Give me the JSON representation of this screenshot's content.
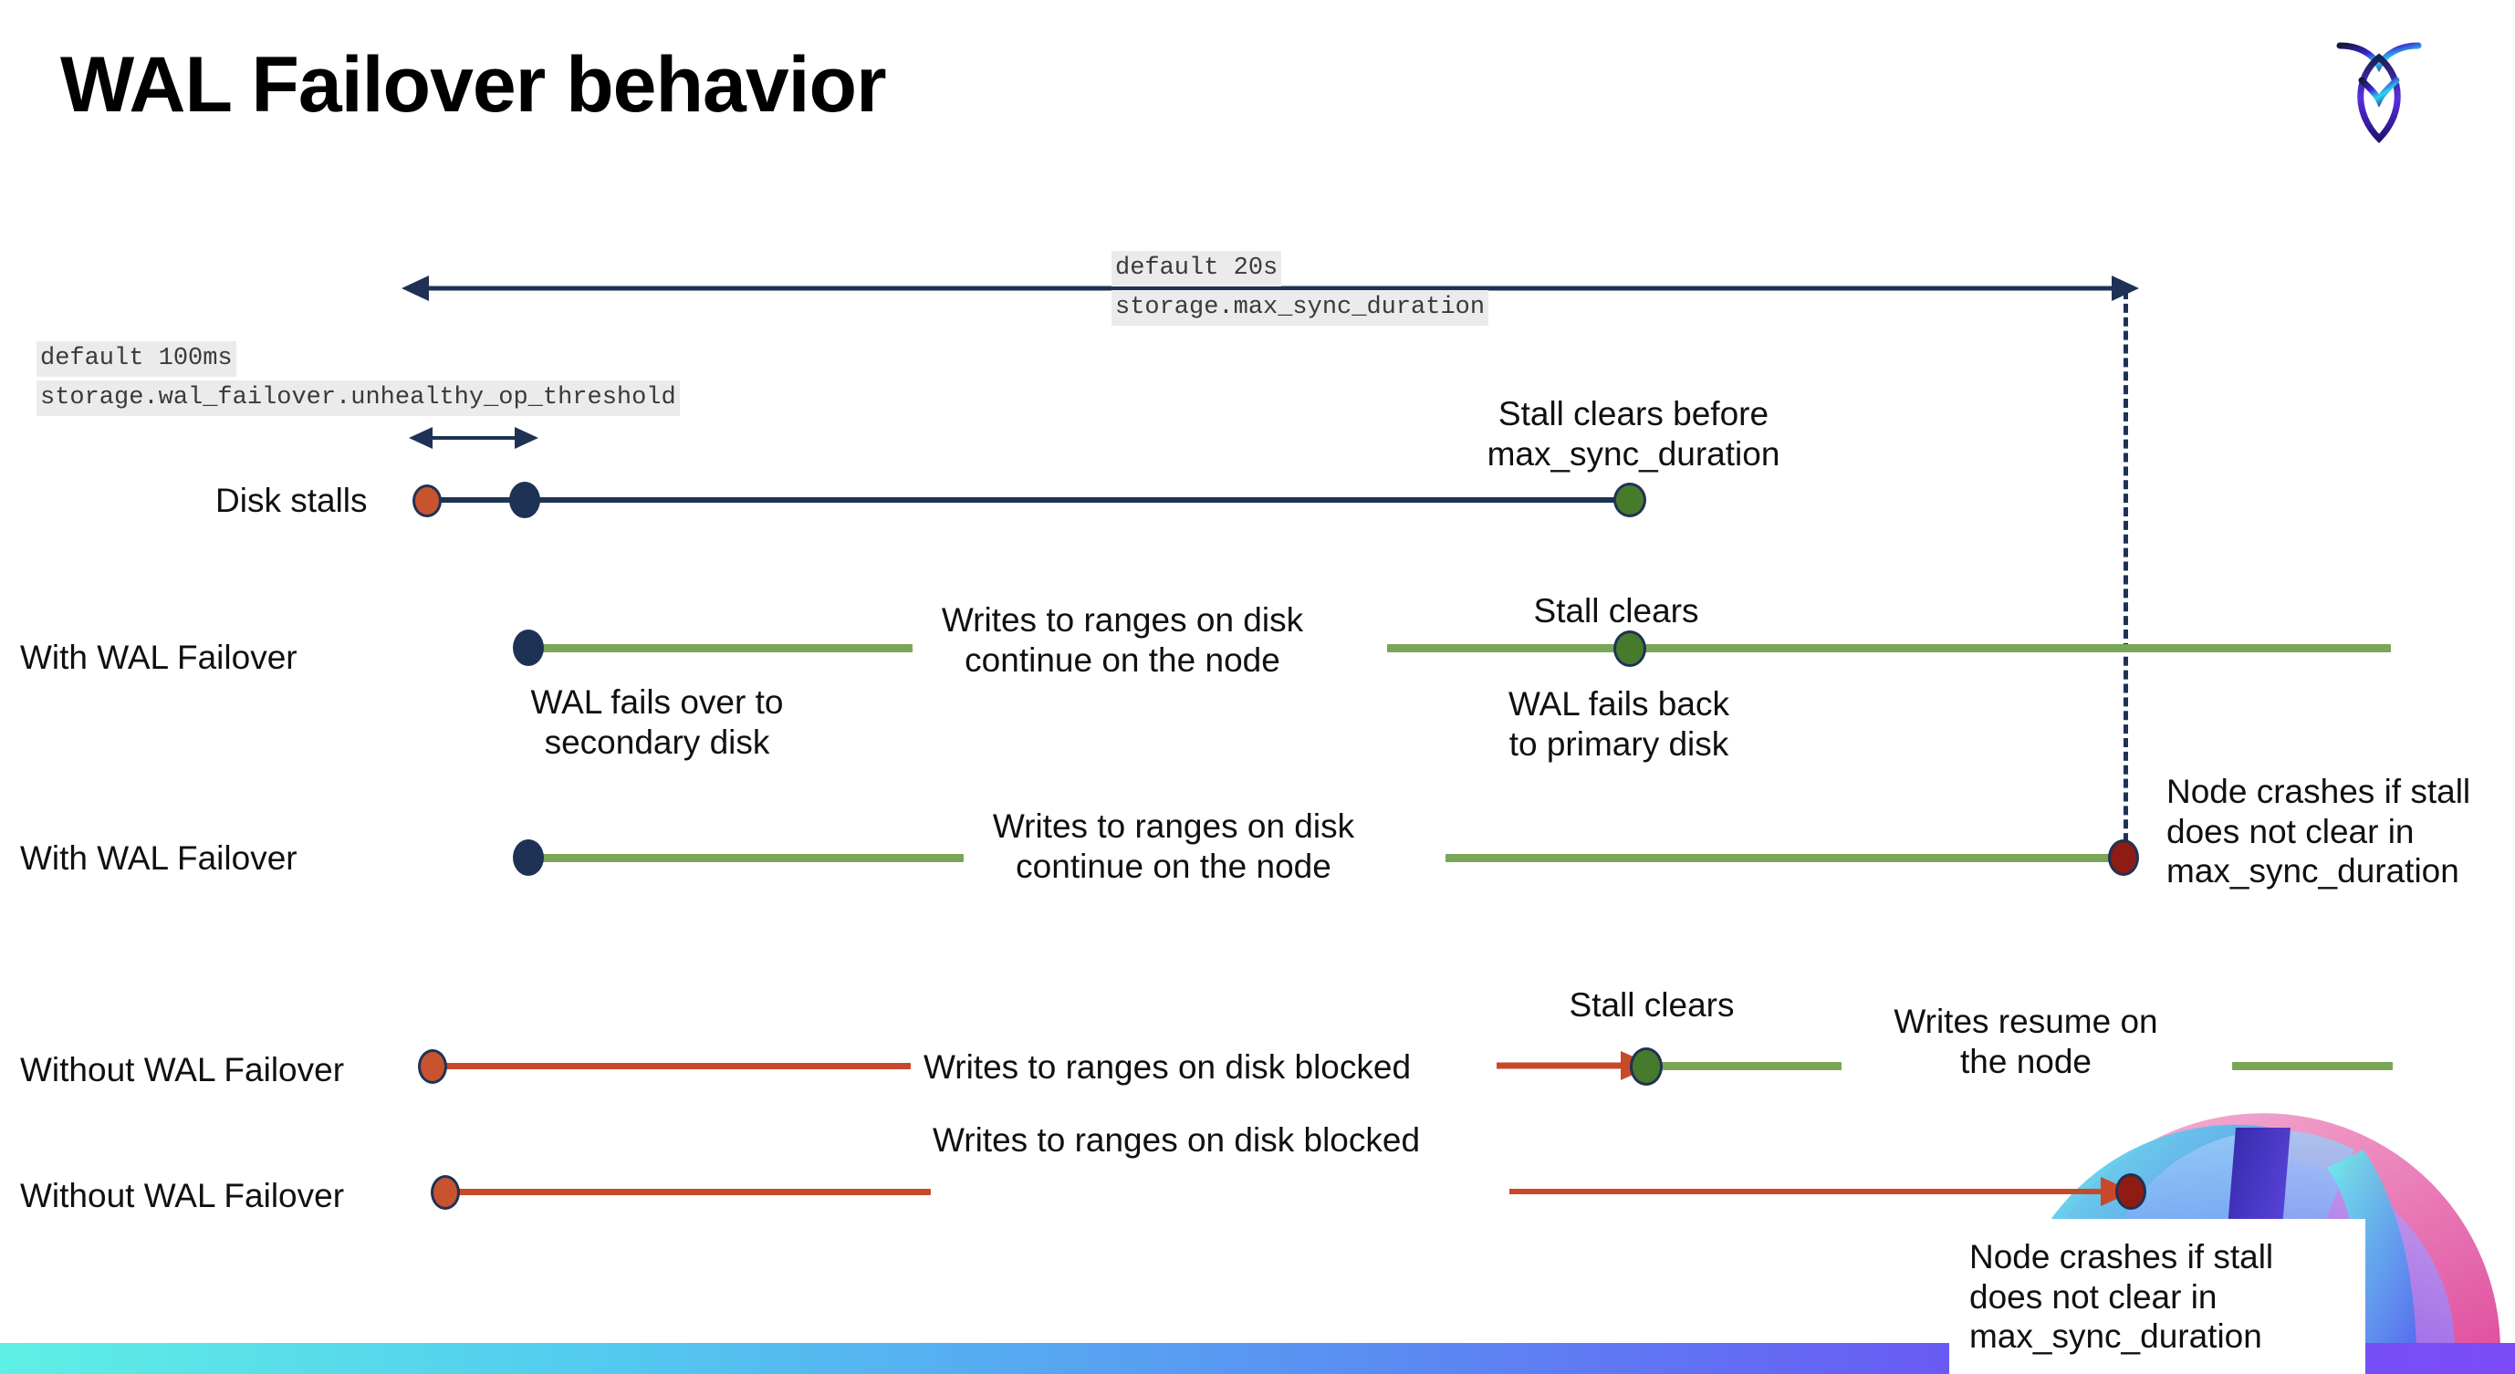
{
  "slide": {
    "title": "WAL Failover behavior",
    "logo_icon": "cockroach-labs-logo-icon"
  },
  "annotations": {
    "max_sync": {
      "default_line": "default 20s",
      "setting_line": "storage.max_sync_duration"
    },
    "unhealthy_threshold": {
      "default_line": "default 100ms",
      "setting_line": "storage.wal_failover.unhealthy_op_threshold"
    }
  },
  "rows": [
    {
      "id": "disk-stalls",
      "label": "Disk stalls",
      "notes": [
        {
          "id": "stall-clears-before",
          "text": "Stall clears before\nmax_sync_duration"
        }
      ]
    },
    {
      "id": "with-wal-failover-1",
      "label": "With WAL Failover",
      "notes": [
        {
          "id": "wal-fails-over",
          "text": "WAL fails over to\nsecondary disk"
        },
        {
          "id": "writes-continue-1",
          "text": "Writes to ranges on disk\ncontinue on the node"
        },
        {
          "id": "stall-clears-1",
          "text": "Stall clears"
        },
        {
          "id": "wal-fails-back",
          "text": "WAL fails  back\nto primary disk"
        }
      ]
    },
    {
      "id": "with-wal-failover-2",
      "label": "With WAL Failover",
      "notes": [
        {
          "id": "writes-continue-2",
          "text": "Writes to ranges on disk\ncontinue on the node"
        },
        {
          "id": "node-crashes-1",
          "text": "Node crashes if stall\ndoes not clear in\nmax_sync_duration"
        }
      ]
    },
    {
      "id": "without-wal-failover-1",
      "label": "Without WAL Failover",
      "notes": [
        {
          "id": "writes-blocked-1",
          "text": "Writes to ranges on disk  blocked"
        },
        {
          "id": "stall-clears-2",
          "text": "Stall clears"
        },
        {
          "id": "writes-resume",
          "text": "Writes resume on\nthe node"
        }
      ]
    },
    {
      "id": "without-wal-failover-2",
      "label": "Without WAL Failover",
      "notes": [
        {
          "id": "writes-blocked-2",
          "text": "Writes to ranges on disk  blocked"
        },
        {
          "id": "node-crashes-2",
          "text": "Node crashes if stall\ndoes not clear in\nmax_sync_duration"
        }
      ]
    }
  ],
  "markers": {
    "stall-start": "stall-start-marker",
    "failover-point": "failover-point-marker",
    "stall-clear": "stall-clear-marker",
    "node-crash": "node-crash-marker"
  },
  "colors": {
    "navy": "#1f3255",
    "green_line": "#7aa659",
    "green_dot": "#487a2c",
    "orange_line": "#c8492a",
    "orange_dot": "#c8532f",
    "dark_red": "#8e1b14",
    "code_bg": "#ebebeb",
    "text": "#101010"
  }
}
